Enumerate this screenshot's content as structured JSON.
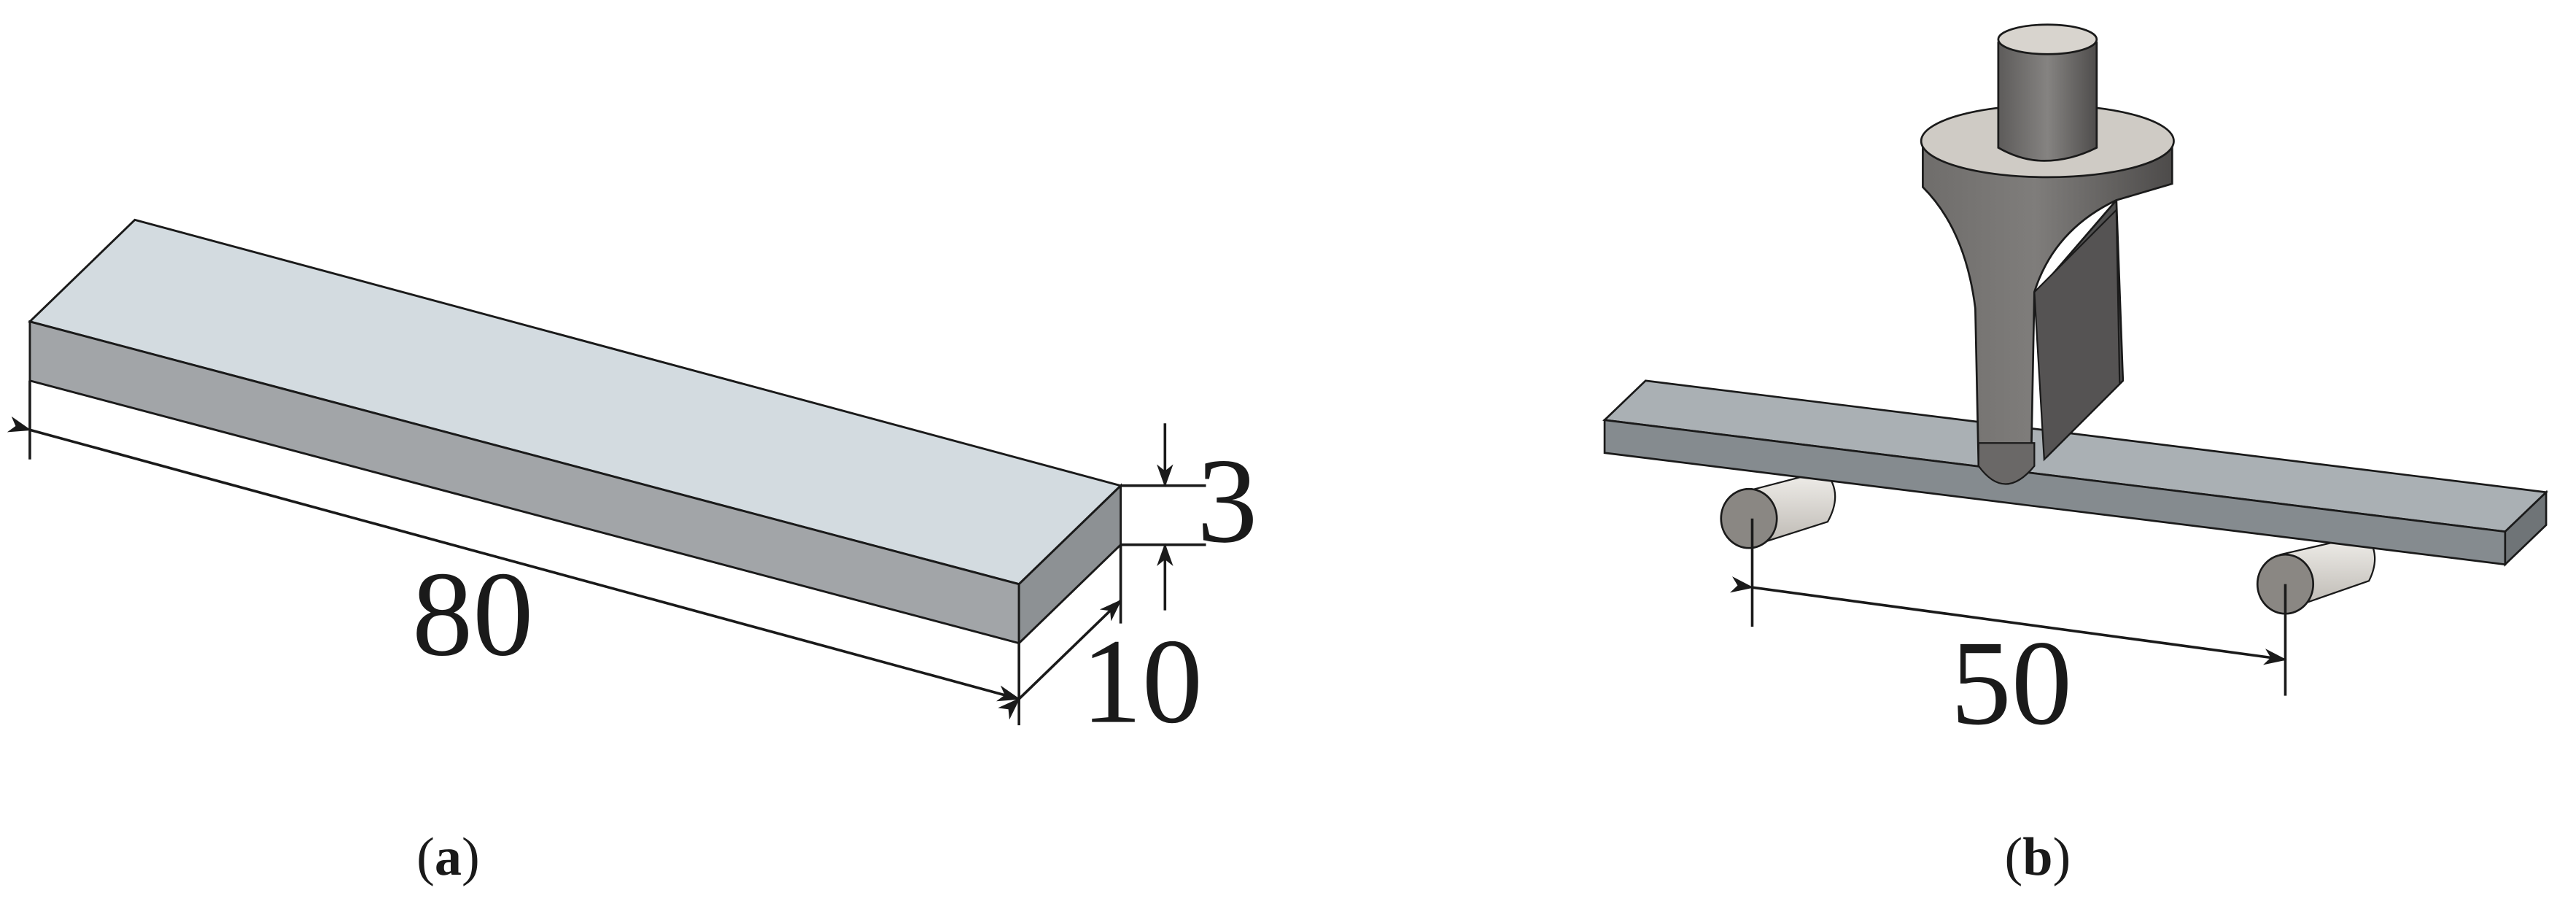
{
  "panel_a": {
    "length": "80",
    "width": "10",
    "thickness": "3",
    "caption_open": "(",
    "caption_letter": "a",
    "caption_close": ")"
  },
  "panel_b": {
    "span": "50",
    "caption_open": "(",
    "caption_letter": "b",
    "caption_close": ")"
  },
  "colors": {
    "bar_top": "#d3dbe0",
    "bar_front": "#a2a5a8",
    "bar_side": "#8d9194",
    "bar_b_top": "#aab0b4",
    "bar_b_front": "#858b8f",
    "punch_dark": "#5a5858",
    "punch_mid": "#7a7876",
    "punch_light": "#cfcbc5",
    "roller": "#dedbd6",
    "roller_end": "#8a8783",
    "line": "#1a1a1a"
  }
}
